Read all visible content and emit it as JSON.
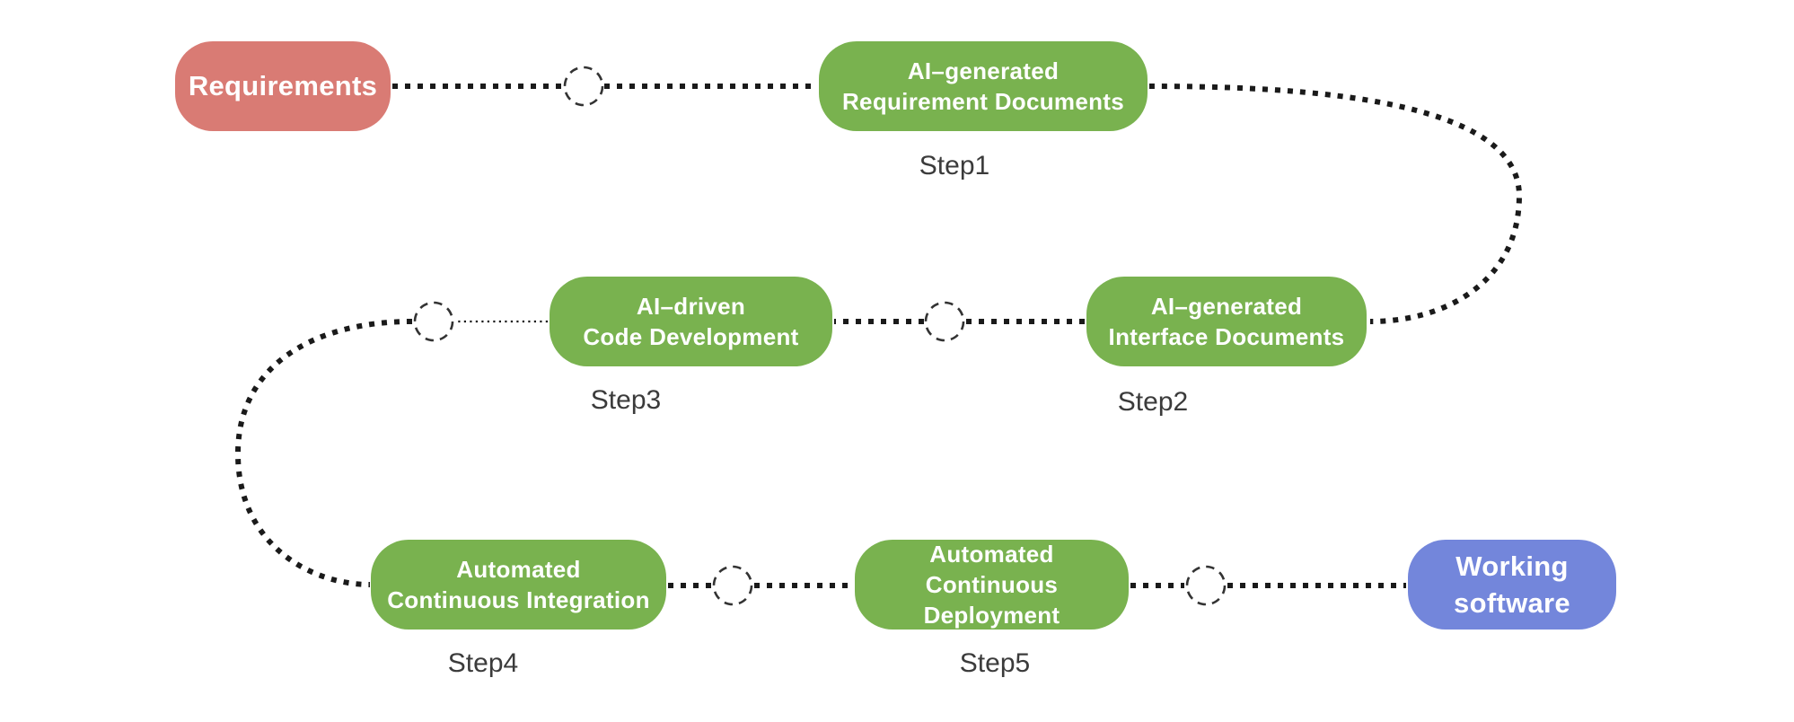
{
  "colors": {
    "input_node": "#d97b74",
    "ai_node": "#79b24f",
    "output_node": "#7386db",
    "node_text": "#ffffff",
    "connector": "#1a1a1a",
    "waypoint_stroke": "#333333",
    "step_label": "#3b3b3b",
    "background": "#ffffff"
  },
  "nodes": {
    "requirements": {
      "label": "Requirements"
    },
    "requirement_docs": {
      "line1": "AI–generated",
      "line2": "Requirement Documents"
    },
    "interface_docs": {
      "line1": "AI–generated",
      "line2": "Interface Documents"
    },
    "code_development": {
      "line1": "AI–driven",
      "line2": "Code Development"
    },
    "continuous_integration": {
      "line1": "Automated",
      "line2": "Continuous Integration"
    },
    "continuous_deployment": {
      "line1": "Automated",
      "line2": "Continuous Deployment"
    },
    "working_software": {
      "line1": "Working",
      "line2": "software"
    }
  },
  "steps": {
    "step1": "Step1",
    "step2": "Step2",
    "step3": "Step3",
    "step4": "Step4",
    "step5": "Step5"
  }
}
